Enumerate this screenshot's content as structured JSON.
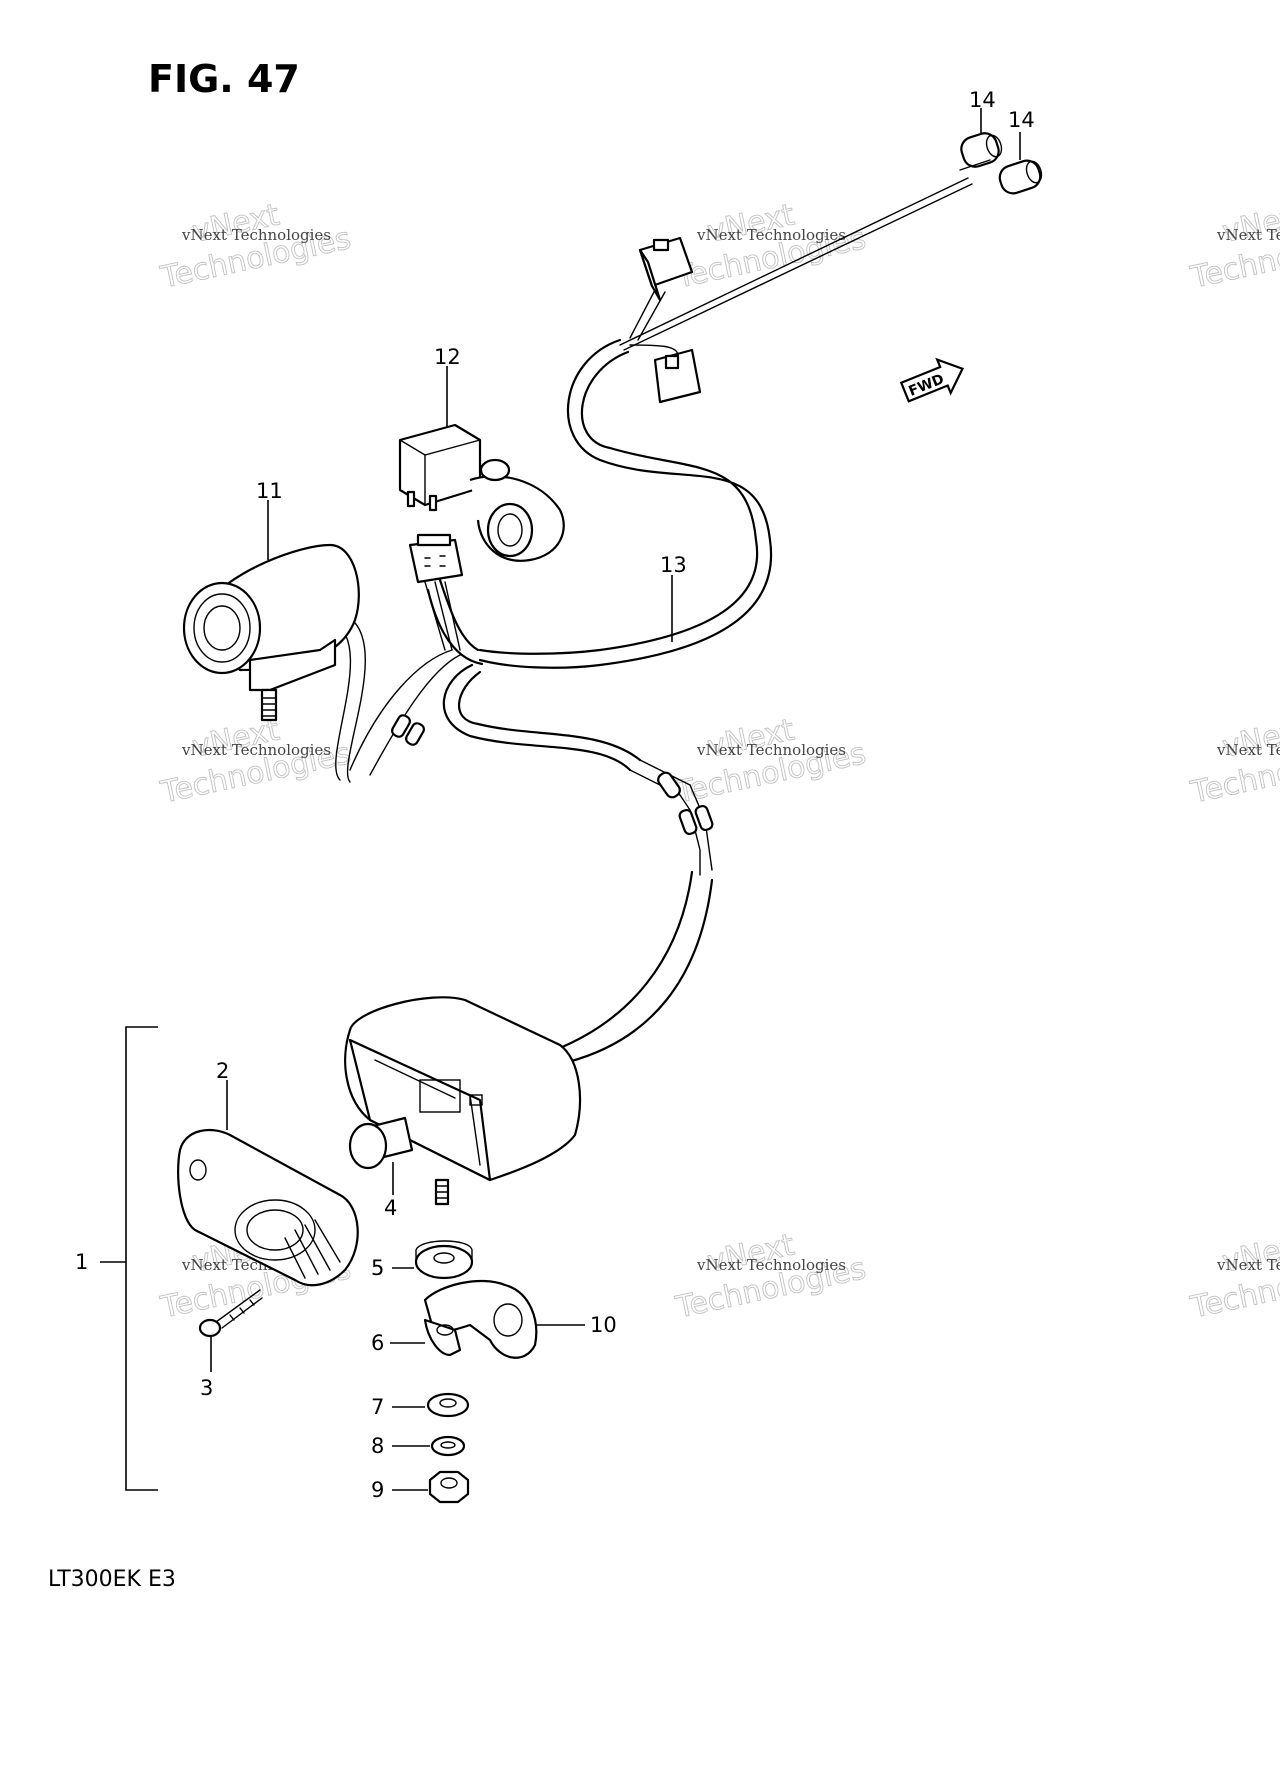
{
  "figure": {
    "title": "FIG. 47",
    "model_code": "LT300EK E3",
    "direction_label": "FWD"
  },
  "watermark": {
    "small_text": "vNext Technologies",
    "large_line1": "vNext",
    "large_line2": "Technologies"
  },
  "callouts": {
    "c1": "1",
    "c2": "2",
    "c3": "3",
    "c4": "4",
    "c5": "5",
    "c6": "6",
    "c7": "7",
    "c8": "8",
    "c9": "9",
    "c10": "10",
    "c11": "11",
    "c12": "12",
    "c13": "13",
    "c14a": "14",
    "c14b": "14"
  }
}
